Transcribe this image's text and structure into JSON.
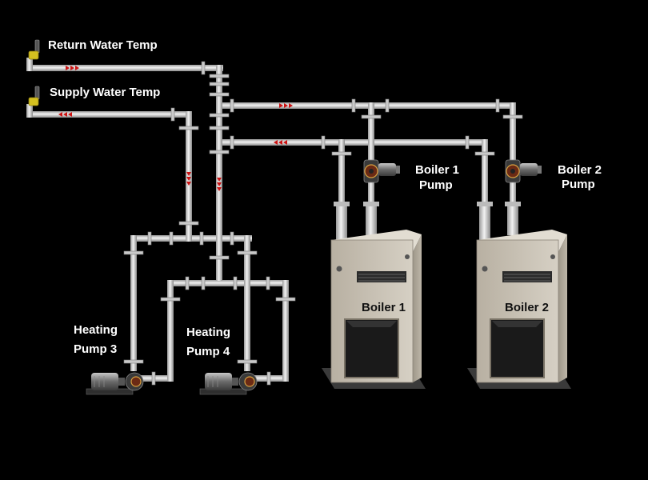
{
  "labels": {
    "return_water_temp": "Return Water Temp",
    "supply_water_temp": "Supply Water Temp",
    "boiler1_pump_l1": "Boiler 1",
    "boiler1_pump_l2": "Pump",
    "boiler2_pump_l1": "Boiler 2",
    "boiler2_pump_l2": "Pump",
    "heating_pump3_l1": "Heating",
    "heating_pump3_l2": "Pump 3",
    "heating_pump4_l1": "Heating",
    "heating_pump4_l2": "Pump 4",
    "boiler1_plate": "Boiler 1",
    "boiler2_plate": "Boiler 2"
  },
  "colors": {
    "background": "#000000",
    "pipe": "#d9d9d9",
    "flow_arrow": "#cc1111",
    "sensor": "#d4c020",
    "boiler_body": "#c9c2b4",
    "label": "#ffffff"
  },
  "flow_arrows": {
    "return_header": "right",
    "supply_header": "left",
    "upper_boiler_header": "right",
    "lower_boiler_header": "left",
    "supply_riser": "down",
    "return_riser": "down"
  }
}
